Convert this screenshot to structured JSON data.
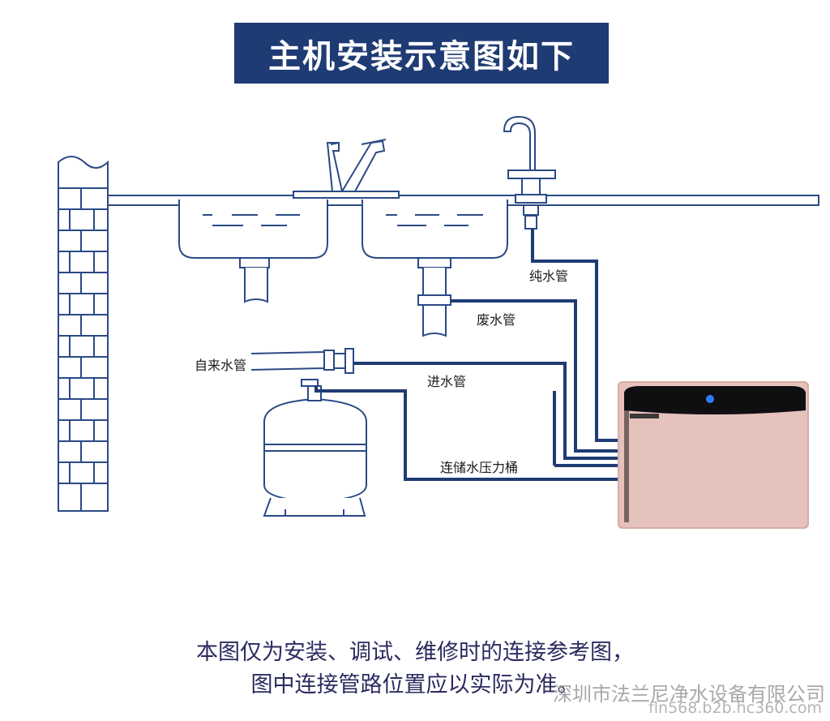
{
  "title": "主机安装示意图如下",
  "labels": {
    "pure_water": "纯水管",
    "waste_water": "废水管",
    "tap_water": "自来水管",
    "inlet": "进水管",
    "tank": "连储水压力桶"
  },
  "caption": {
    "line1": "本图仅为安装、调试、维修时的连接参考图，",
    "line2": "图中连接管路位置应以实际为准。"
  },
  "watermark": {
    "company": "深圳市法兰尼净水设备有限公司",
    "site": "fln568.b2b.hc360.com"
  },
  "colors": {
    "pipe": "#1f3b74",
    "line": "#2a4a85",
    "purifier": "#e6c2bd",
    "indicator": "#2f7cff"
  }
}
